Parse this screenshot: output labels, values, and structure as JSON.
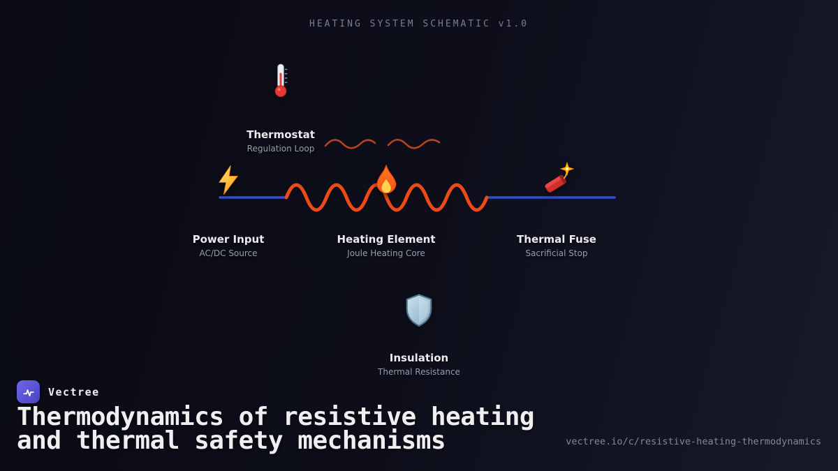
{
  "header": {
    "title": "HEATING SYSTEM SCHEMATIC v1.0"
  },
  "nodes": [
    {
      "id": "thermostat",
      "label": "Thermostat",
      "sublabel": "Regulation Loop"
    },
    {
      "id": "power-input",
      "label": "Power Input",
      "sublabel": "AC/DC Source"
    },
    {
      "id": "heating-element",
      "label": "Heating Element",
      "sublabel": "Joule Heating Core"
    },
    {
      "id": "thermal-fuse",
      "label": "Thermal Fuse",
      "sublabel": "Sacrificial Stop"
    },
    {
      "id": "insulation",
      "label": "Insulation",
      "sublabel": "Thermal Resistance"
    }
  ],
  "icons": {
    "thermostat": "thermometer-icon",
    "power_input": "lightning-bolt-icon",
    "heating_element": "flame-icon",
    "thermal_fuse": "dynamite-icon",
    "insulation": "shield-icon",
    "brand": "pulse-line-icon"
  },
  "footer": {
    "brand": "Vectree",
    "title_lines": [
      "Thermodynamics of resistive heating",
      "and thermal safety mechanisms"
    ],
    "url": "vectree.io/c/resistive-heating-thermodynamics"
  },
  "colors": {
    "background_dark": "#0d0e1a",
    "wire_blue": "#2e4fd8",
    "coil_orange": "#ee4a18",
    "heat_wave_orange": "#cc4a1e",
    "logo_purple": "#5c55d6",
    "title_text": "#efeff2",
    "muted_text": "#989dac"
  }
}
